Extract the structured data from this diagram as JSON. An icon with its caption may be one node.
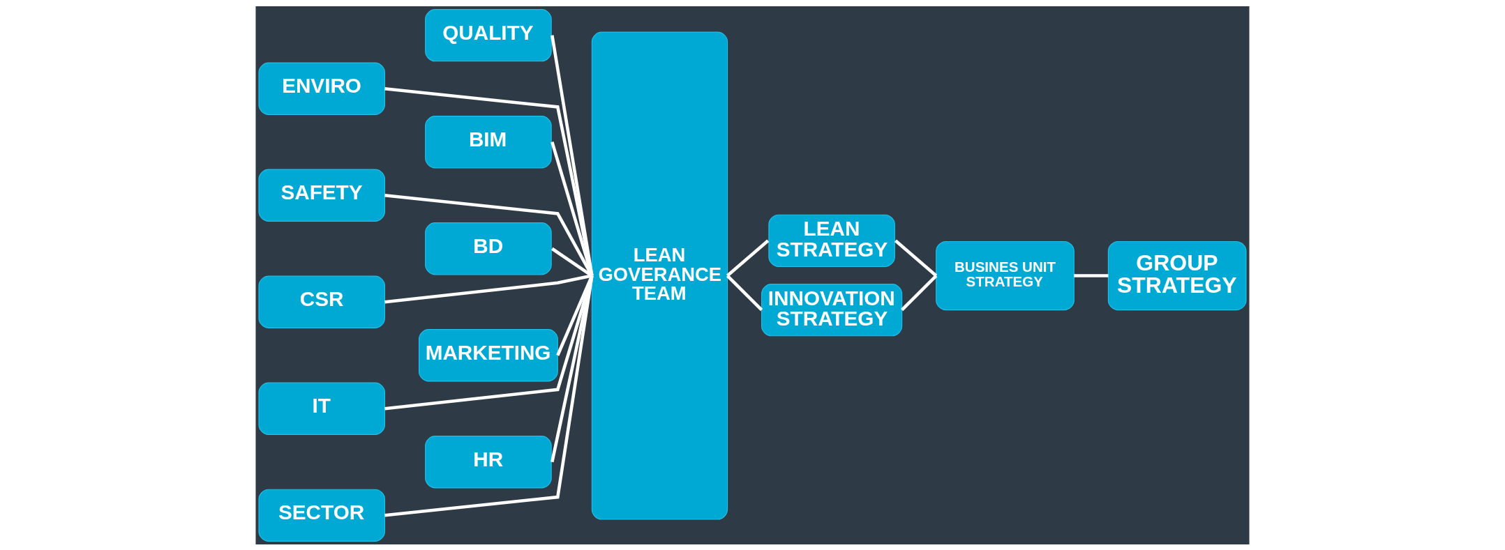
{
  "diagram": {
    "nodes": [
      {
        "text": [
          "QUALITY"
        ]
      },
      {
        "text": [
          "ENVIRO"
        ]
      },
      {
        "text": [
          "BIM"
        ]
      },
      {
        "text": [
          "SAFETY"
        ]
      },
      {
        "text": [
          "BD"
        ]
      },
      {
        "text": [
          "CSR"
        ]
      },
      {
        "text": [
          "MARKETING"
        ]
      },
      {
        "text": [
          "IT"
        ]
      },
      {
        "text": [
          "HR"
        ]
      },
      {
        "text": [
          "SECTOR"
        ]
      },
      {
        "text": [
          "LEAN GOVERANCE TEAM"
        ]
      },
      {
        "text": [
          "LEAN STRATEGY"
        ]
      },
      {
        "text": [
          "INNOVATION STRATEGY"
        ]
      },
      {
        "text": [
          "BUSINES UNIT STRATEGY"
        ]
      },
      {
        "text": [
          "GROUP STRATEGY"
        ]
      }
    ],
    "edges": [
      {
        "from": 0,
        "to": 10,
        "arrow": "none"
      },
      {
        "from": 1,
        "to": 10,
        "arrow": "none"
      },
      {
        "from": 2,
        "to": 10,
        "arrow": "none"
      },
      {
        "from": 3,
        "to": 10,
        "arrow": "none"
      },
      {
        "from": 4,
        "to": 10,
        "arrow": "none"
      },
      {
        "from": 5,
        "to": 10,
        "arrow": "none"
      },
      {
        "from": 6,
        "to": 10,
        "arrow": "none"
      },
      {
        "from": 7,
        "to": 10,
        "arrow": "none"
      },
      {
        "from": 8,
        "to": 10,
        "arrow": "none"
      },
      {
        "from": 9,
        "to": 10,
        "arrow": "none"
      },
      {
        "from": 10,
        "to": 11,
        "arrow": "none"
      },
      {
        "from": 10,
        "to": 12,
        "arrow": "none"
      },
      {
        "from": 11,
        "to": 13,
        "arrow": "none"
      },
      {
        "from": 12,
        "to": 13,
        "arrow": "none"
      },
      {
        "from": 13,
        "to": 14,
        "arrow": "none"
      }
    ]
  }
}
